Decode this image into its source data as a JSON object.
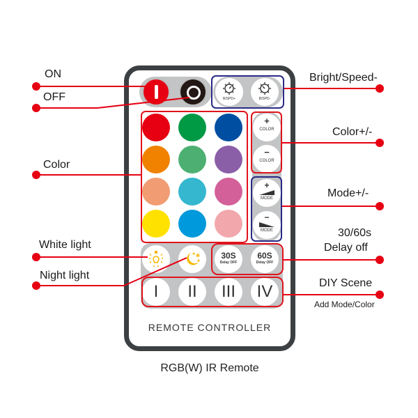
{
  "remote": {
    "footer_label": "REMOTE CONTROLLER",
    "caption": "RGB(W) IR Remote",
    "power": [
      {
        "name": "on",
        "glyph": "I",
        "color": "#e60012"
      },
      {
        "name": "off",
        "glyph": "O",
        "color": "#231815"
      }
    ],
    "bright_speed": [
      {
        "label": "B/SPD+",
        "icon": "gauge-gear-icon"
      },
      {
        "label": "B/SPD-",
        "icon": "gauge-gear-icon"
      }
    ],
    "color_grid": [
      "#e60012",
      "#009944",
      "#004ea2",
      "#f08200",
      "#4db072",
      "#8b5ea8",
      "#f19c72",
      "#35b7cf",
      "#d36098",
      "#ffe100",
      "#0099dc",
      "#f2a7ad"
    ],
    "color_adjust": [
      {
        "sign": "+",
        "label": "COLOR"
      },
      {
        "sign": "−",
        "label": "COLOR"
      }
    ],
    "mode_adjust": [
      {
        "sign": "+",
        "label": "MODE"
      },
      {
        "sign": "−",
        "label": "MODE"
      }
    ],
    "white_light_icon": "light-bulb-icon",
    "night_light_icon": "moon-stars-icon",
    "delay": [
      {
        "time": "30S",
        "label": "Delay OFF"
      },
      {
        "time": "60S",
        "label": "Delay OFF"
      }
    ],
    "diy_scenes": [
      "I",
      "II",
      "III",
      "IV"
    ]
  },
  "callouts": {
    "on": "ON",
    "off": "OFF",
    "color": "Color",
    "white_light": "White light",
    "night_light": "Night light",
    "bright_speed": "Bright/Speed-",
    "color_pm": "Color+/-",
    "mode_pm": "Mode+/-",
    "delay_line1": "30/60s",
    "delay_line2": "Delay off",
    "diy_line1": "DIY Scene",
    "diy_line2": "Add Mode/Color"
  },
  "colors": {
    "callout_red": "#e60012",
    "frame_blue": "#2a2a86",
    "remote_border": "#3c4043",
    "panel_gray": "#c2c4c5",
    "icon_yellow": "#f5b800"
  }
}
